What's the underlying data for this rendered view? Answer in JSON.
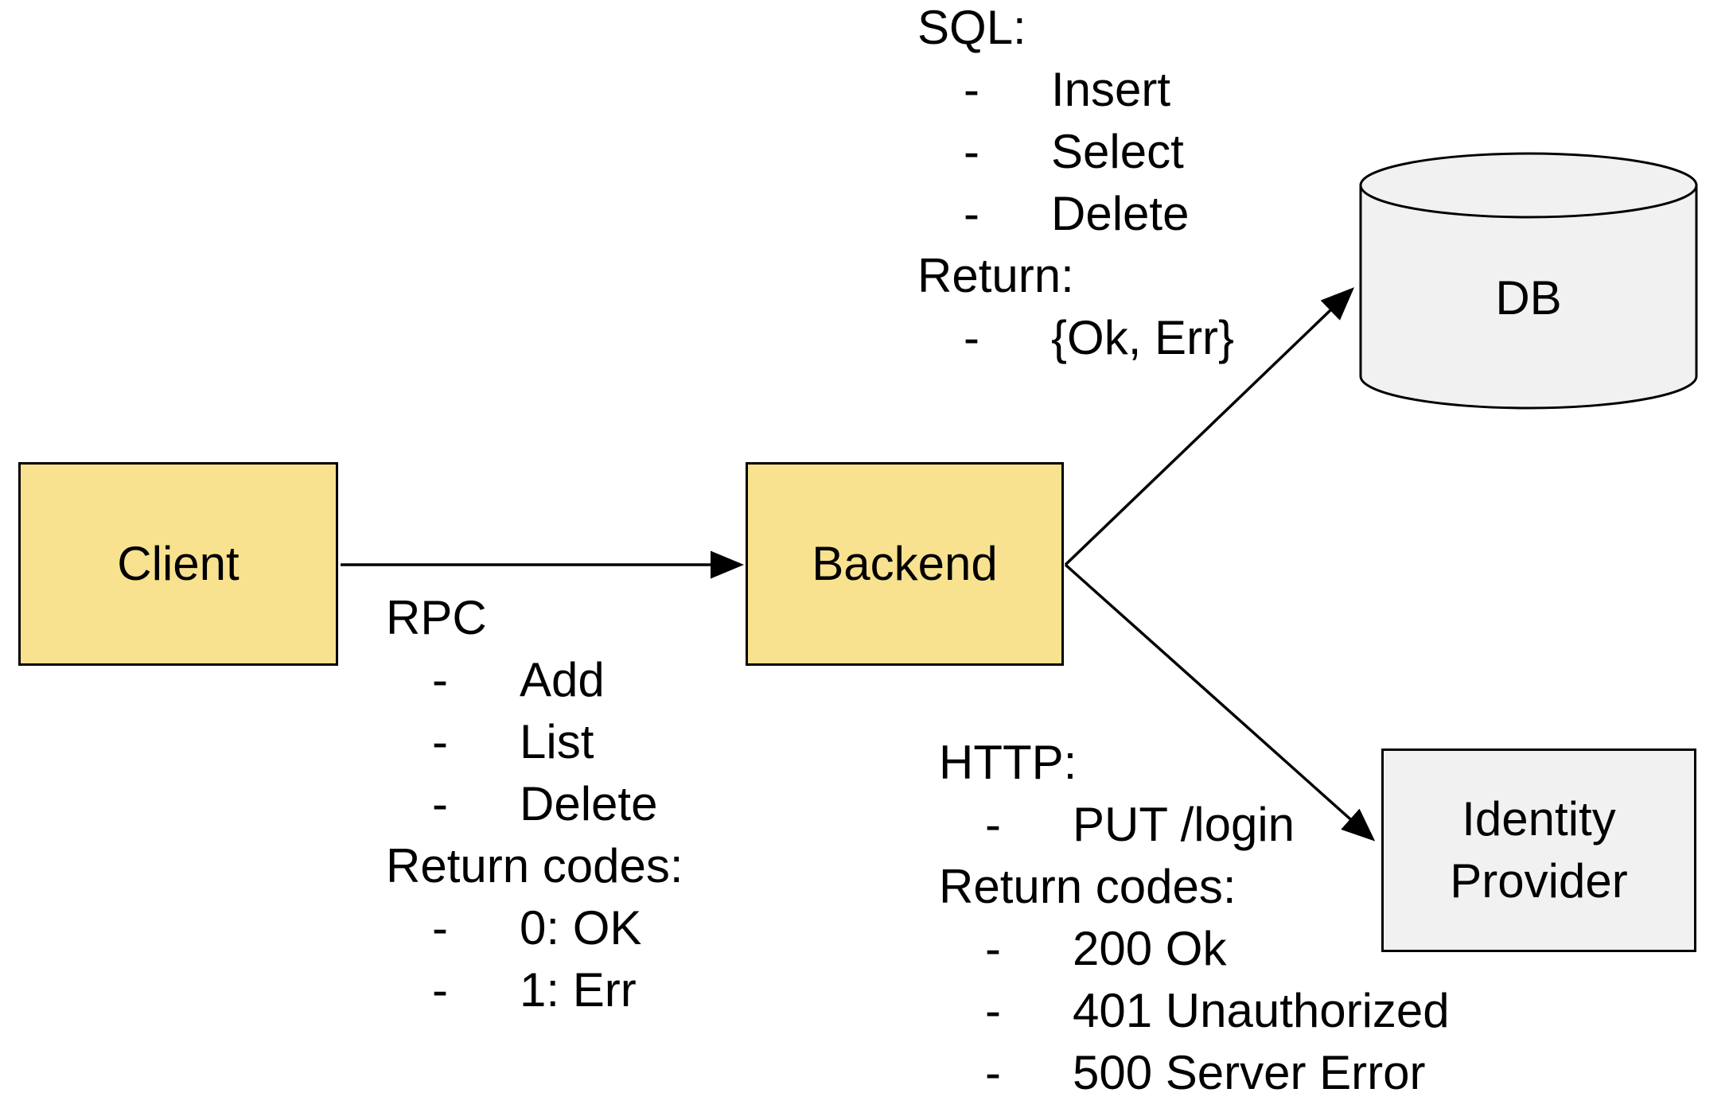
{
  "diagram": {
    "bullet_char": "-",
    "nodes": {
      "client": {
        "label": "Client"
      },
      "backend": {
        "label": "Backend"
      },
      "db": {
        "label": "DB"
      },
      "identity_provider": {
        "label": "Identity Provider"
      }
    },
    "annotations": {
      "rpc": {
        "title": "RPC",
        "bullets": [
          "Add",
          "List",
          "Delete"
        ],
        "return_title": "Return codes:",
        "return_bullets": [
          "0: OK",
          "1: Err"
        ]
      },
      "sql": {
        "title": "SQL:",
        "bullets": [
          "Insert",
          "Select",
          "Delete"
        ],
        "return_title": "Return:",
        "return_bullets": [
          "{Ok, Err}"
        ]
      },
      "http": {
        "title": "HTTP:",
        "bullets": [
          "PUT /login"
        ],
        "return_title": "Return codes:",
        "return_bullets": [
          "200 Ok",
          "401 Unauthorized",
          "500 Server Error"
        ]
      }
    },
    "edges": {
      "client_to_backend": "Client -> Backend",
      "backend_to_db": "Backend -> DB",
      "backend_to_identity_provider": "Backend -> Identity Provider"
    },
    "colors": {
      "node_yellow": "#F8E28F",
      "node_gray": "#F1F1F1",
      "outline": "#000000",
      "background": "#FFFFFF"
    }
  }
}
